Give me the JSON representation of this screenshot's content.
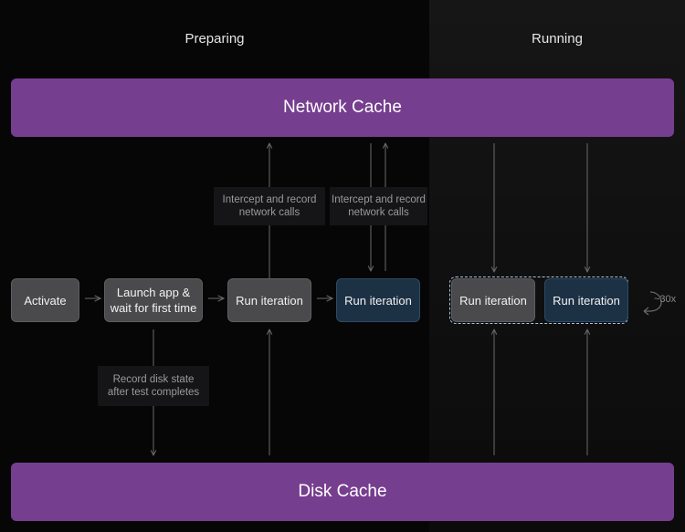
{
  "phases": {
    "preparing": "Preparing",
    "running": "Running"
  },
  "caches": {
    "network": "Network Cache",
    "disk": "Disk Cache"
  },
  "steps": {
    "activate": "Activate",
    "launch_line1": "Launch app &",
    "launch_line2": "wait for first time",
    "run1": "Run iteration",
    "run2": "Run iteration",
    "run3": "Run iteration",
    "run4": "Run iteration"
  },
  "notes": {
    "intercept1_line1": "Intercept and record",
    "intercept1_line2": "network calls",
    "intercept2_line1": "Intercept and record",
    "intercept2_line2": "network calls",
    "disk_line1": "Record disk state",
    "disk_line2": "after test completes"
  },
  "loop": {
    "label": "~30x"
  },
  "colors": {
    "cache": "#763e8f",
    "node_gray": "#4a4a4c",
    "node_blue": "#1d3145",
    "dashed_border": "#a8c4dc",
    "arrow": "#6a6a6a"
  }
}
